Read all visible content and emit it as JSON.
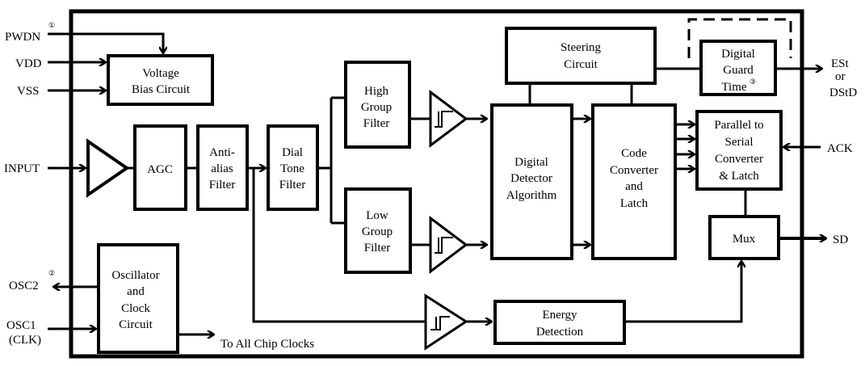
{
  "diagram": {
    "pins": {
      "pwdn": "PWDN",
      "vdd": "VDD",
      "vss": "VSS",
      "input": "INPUT",
      "osc2": "OSC2",
      "osc1_line1": "OSC1",
      "osc1_line2": "(CLK)",
      "est_line1": "ESt",
      "est_line2": "or",
      "est_line3": "DStD",
      "ack": "ACK",
      "sd": "SD"
    },
    "notes": {
      "n1": "①",
      "n2": "②",
      "n3": "③"
    },
    "blocks": {
      "voltage_bias": [
        "Voltage",
        "Bias Circuit"
      ],
      "agc": [
        "AGC"
      ],
      "antialias": [
        "Anti-",
        "alias",
        "Filter"
      ],
      "dial_tone": [
        "Dial",
        "Tone",
        "Filter"
      ],
      "high_group": [
        "High",
        "Group",
        "Filter"
      ],
      "low_group": [
        "Low",
        "Group",
        "Filter"
      ],
      "steering": [
        "Steering",
        "Circuit"
      ],
      "digital_detector": [
        "Digital",
        "Detector",
        "Algorithm"
      ],
      "code_converter": [
        "Code",
        "Converter",
        "and",
        "Latch"
      ],
      "guard_time": [
        "Digital",
        "Guard",
        "Time"
      ],
      "parallel_serial": [
        "Parallel to",
        "Serial",
        "Converter",
        "& Latch"
      ],
      "mux": [
        "Mux"
      ],
      "energy": [
        "Energy",
        "Detection"
      ],
      "oscillator": [
        "Oscillator",
        "and",
        "Clock",
        "Circuit"
      ]
    },
    "clock_label": "To All Chip Clocks"
  }
}
